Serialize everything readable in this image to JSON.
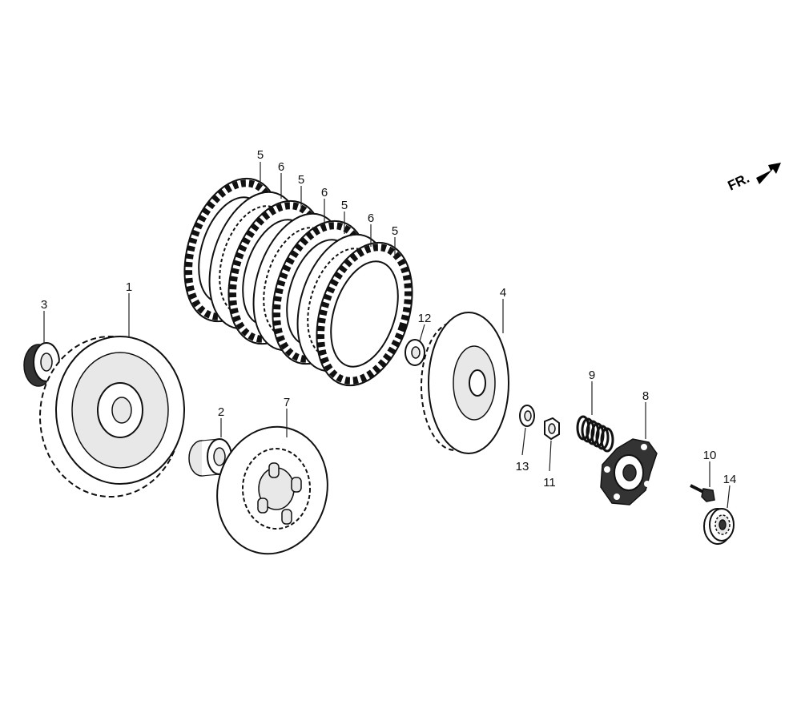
{
  "direction_marker": {
    "label": "FR.",
    "icon": "arrow-right-icon"
  },
  "callouts": {
    "plate_5a": "5",
    "plate_6a": "6",
    "plate_5b": "5",
    "plate_6b": "6",
    "plate_5c": "5",
    "plate_6c": "6",
    "plate_5d": "5",
    "part_1": "1",
    "part_2": "2",
    "part_3": "3",
    "part_4": "4",
    "part_7": "7",
    "part_8": "8",
    "part_9": "9",
    "part_10": "10",
    "part_11": "11",
    "part_12": "12",
    "part_13": "13",
    "part_14": "14"
  }
}
